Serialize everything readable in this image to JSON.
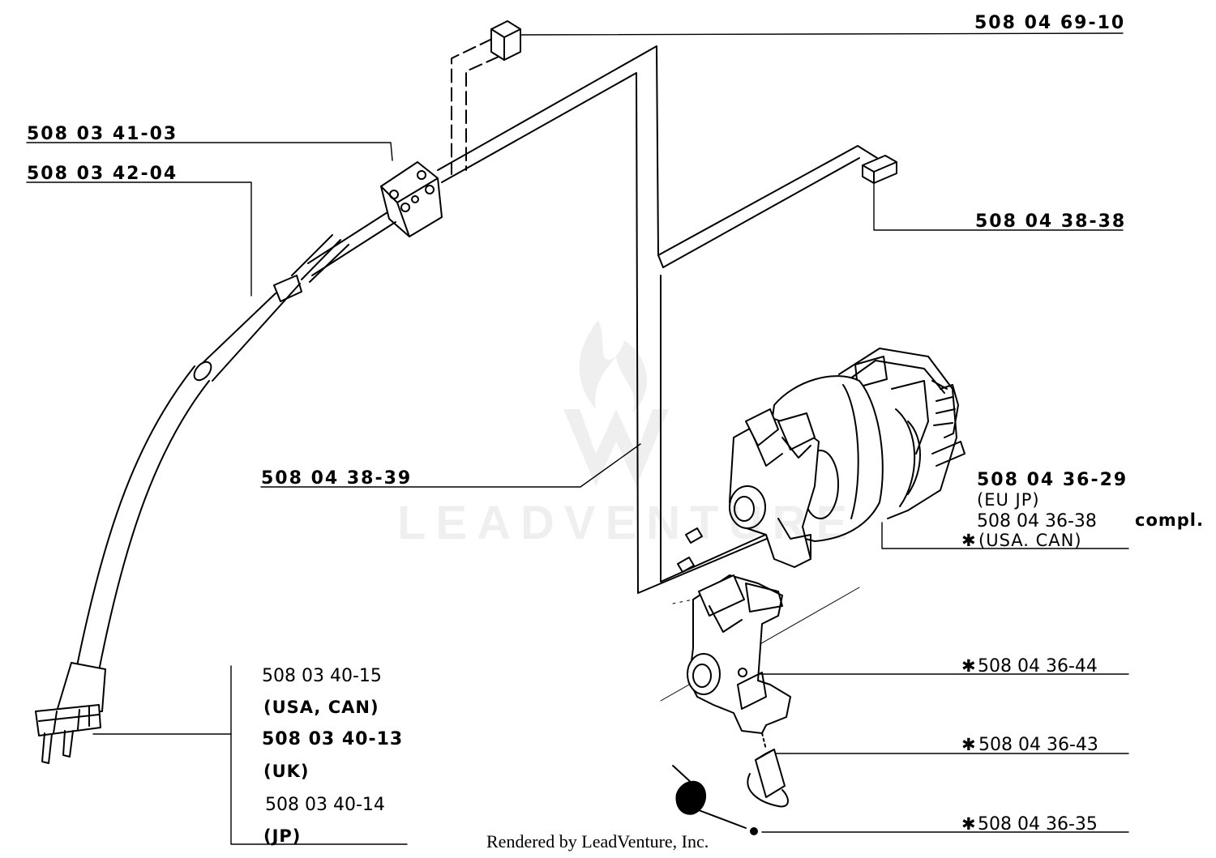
{
  "labels": {
    "part_1": "508 04 69-10",
    "part_2": "508 03 41-03",
    "part_3": "508 03 42-04",
    "part_4": "508 04 38-38",
    "part_5": "508 04 38-39",
    "part_6": "508 04 36-29",
    "part_6_region": "(EU  JP)",
    "part_7": "508 04 36-38",
    "part_7_region": "(USA.  CAN)",
    "compl": "compl.",
    "part_8": "508 04 36-44",
    "part_9": "508 04 36-43",
    "part_10": "508 04 36-35",
    "plug_1": "508 03 40-15",
    "plug_1_region": "(USA,  CAN)",
    "plug_2": "508  03  40-13",
    "plug_2_region": "(UK)",
    "plug_3": "508 03 40-14",
    "plug_3_region": "(JP)",
    "star": "✱"
  },
  "footer": "Rendered by LeadVenture, Inc.",
  "watermark": "LEADVENTURE",
  "colors": {
    "line": "#000000",
    "background": "#ffffff"
  }
}
